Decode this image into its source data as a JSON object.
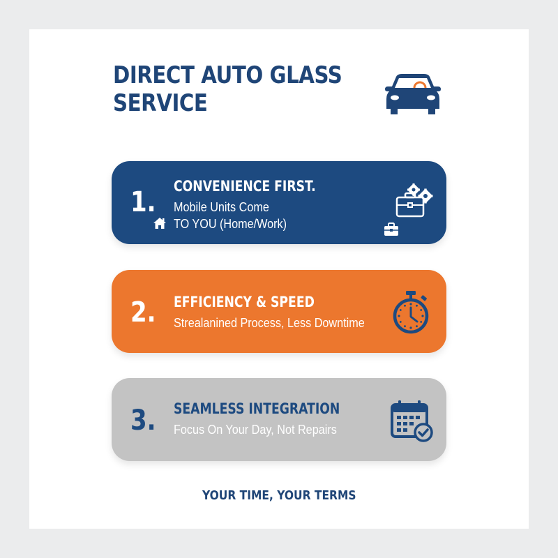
{
  "header": {
    "title_line1": "DIRECT AUTO GLASS",
    "title_line2": "SERVICE",
    "icon": "car-icon"
  },
  "items": [
    {
      "number": "1.",
      "heading": "CONVENIENCE FIRST.",
      "subtext_line1": "Mobile Units Come",
      "subtext_line2": "TO YOU (Home/Work)",
      "icons": [
        "home-icon",
        "briefcase-gears-icon",
        "small-briefcase-icon"
      ],
      "background": "#1d4a80"
    },
    {
      "number": "2.",
      "heading": "EFFICIENCY & SPEED",
      "subtext": "Strealanined Process, Less Downtime",
      "icons": [
        "stopwatch-icon"
      ],
      "background": "#ec772e"
    },
    {
      "number": "3.",
      "heading": "SEAMLESS INTEGRATION",
      "subtext": "Focus On Your Day, Not Repairs",
      "icons": [
        "calendar-check-icon"
      ],
      "background": "#c3c3c3"
    }
  ],
  "footer": {
    "tagline": "YOUR TIME, YOUR TERMS"
  },
  "colors": {
    "navy": "#1f4577",
    "accent_orange": "#ec772e",
    "gray": "#c3c3c3",
    "frame": "#ebeced"
  }
}
